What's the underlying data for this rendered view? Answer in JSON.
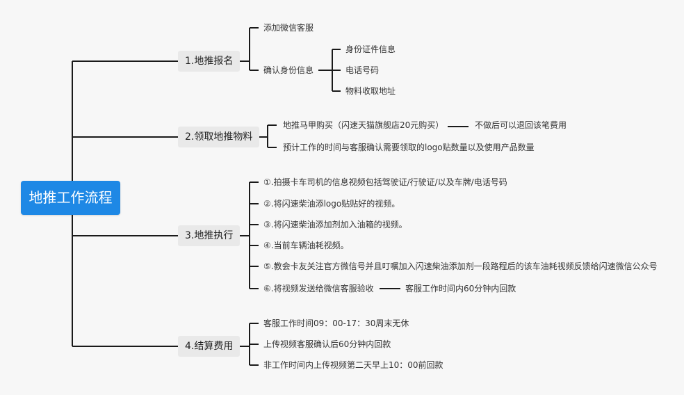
{
  "root": {
    "label": "地推工作流程"
  },
  "branches": [
    {
      "label": "1.地推报名",
      "items": [
        {
          "label": "添加微信客服"
        },
        {
          "label": "确认身份信息",
          "children": [
            "身份证件信息",
            "电话号码",
            "物料收取地址"
          ]
        }
      ]
    },
    {
      "label": "2.领取地推物料",
      "items": [
        {
          "label": "地推马甲购买（闪速天猫旗舰店20元购买）",
          "note": "不做后可以退回该笔费用"
        },
        {
          "label": "预计工作的时间与客服确认需要领取的logo贴数量以及使用产品数量"
        }
      ]
    },
    {
      "label": "3.地推执行",
      "items": [
        {
          "label": "①.拍摄卡车司机的信息视频包括驾驶证/行驶证/以及车牌/电话号码"
        },
        {
          "label": "②.将闪速柴油添logo贴贴好的视频。"
        },
        {
          "label": "③.将闪速柴油添加剂加入油箱的视频。"
        },
        {
          "label": "④.当前车辆油耗视频。"
        },
        {
          "label": "⑤.教会卡友关注官方微信号并且叮嘱加入闪速柴油添加剂一段路程后的该车油耗视频反馈给闪速微信公众号"
        },
        {
          "label": "⑥.将视频发送给微信客服验收",
          "note": "客服工作时间内60分钟内回款"
        }
      ]
    },
    {
      "label": "4.结算费用",
      "items": [
        {
          "label": "客服工作时间09：00-17：30周末无休"
        },
        {
          "label": "上传视频客服确认后60分钟内回款"
        },
        {
          "label": "非工作时间内上传视频第二天早上10：00前回款"
        }
      ]
    }
  ]
}
